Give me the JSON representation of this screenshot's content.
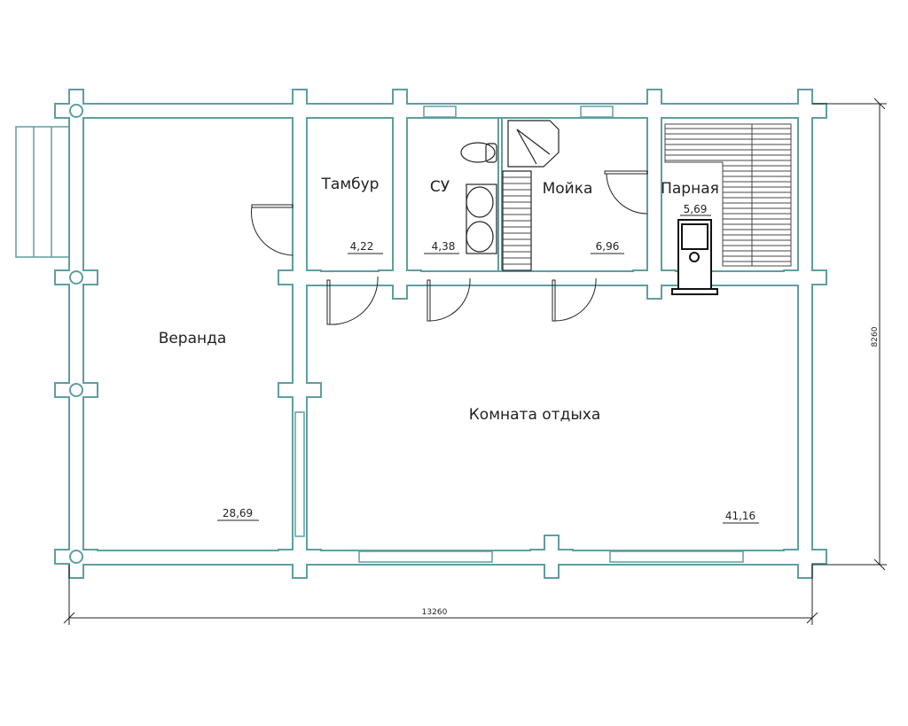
{
  "colors": {
    "wall": "#5f9ea0",
    "ink": "#111111"
  },
  "rooms": [
    {
      "name": "Тамбур",
      "area": "4,22"
    },
    {
      "name": "СУ",
      "area": "4,38"
    },
    {
      "name": "Мойка",
      "area": "6,96"
    },
    {
      "name": "Парная",
      "area": "5,69"
    },
    {
      "name": "Веранда",
      "area": "28,69"
    },
    {
      "name": "Комната отдыха",
      "area": "41,16"
    }
  ],
  "dimensions": {
    "width": "13260",
    "height": "8260"
  }
}
